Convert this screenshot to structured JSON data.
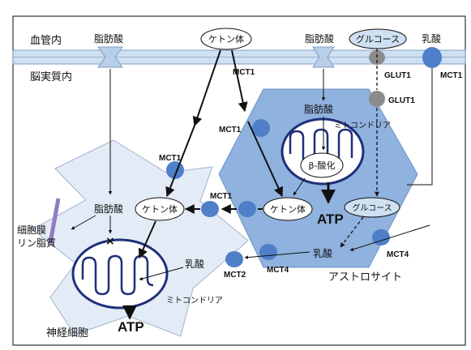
{
  "regions": {
    "blood": "血管内",
    "brain": "脳実質内",
    "neuron": "神経細胞",
    "astrocyte": "アストロサイト"
  },
  "blood_metabolites": {
    "fatty_acid_left": "脂肪酸",
    "ketone": "ケトン体",
    "fatty_acid_right": "脂肪酸",
    "glucose": "グルコース",
    "lactate": "乳酸"
  },
  "astrocyte": {
    "fatty_acid": "脂肪酸",
    "mitochondria": "ミトコンドリア",
    "beta_oxidation": "β-酸化",
    "atp": "ATP",
    "ketone": "ケトン体",
    "glucose": "グルコース",
    "lactate": "乳酸"
  },
  "neuron": {
    "fatty_acid": "脂肪酸",
    "ketone": "ケトン体",
    "membrane_line1": "細胞膜",
    "membrane_line2": "リン脂質",
    "block_mark": "×",
    "lactate": "乳酸",
    "mitochondria": "ミトコンドリア",
    "atp": "ATP"
  },
  "transporters": {
    "mct1_vessel": "MCT1",
    "glut1_vessel": "GLUT1",
    "glut1_astro": "GLUT1",
    "mct1_vessel_right": "MCT1",
    "mct1_astro": "MCT1",
    "mct1_neuron": "MCT1",
    "mct1_ketone": "MCT1",
    "mct4_astro": "MCT4",
    "mct4_right": "MCT4",
    "mct2": "MCT2"
  },
  "colors": {
    "membrane_fill": "#cfe0f2",
    "membrane_stroke": "#7f9fc4",
    "astrocyte_fill": "#8fb2de",
    "neuron_fill": "#e3ecf6",
    "transporter_blue": "#4f7fc8",
    "transporter_gray": "#8c8c8c",
    "mito_stroke": "#1f2f7a",
    "lipid_purple": "#8e7cc3"
  }
}
